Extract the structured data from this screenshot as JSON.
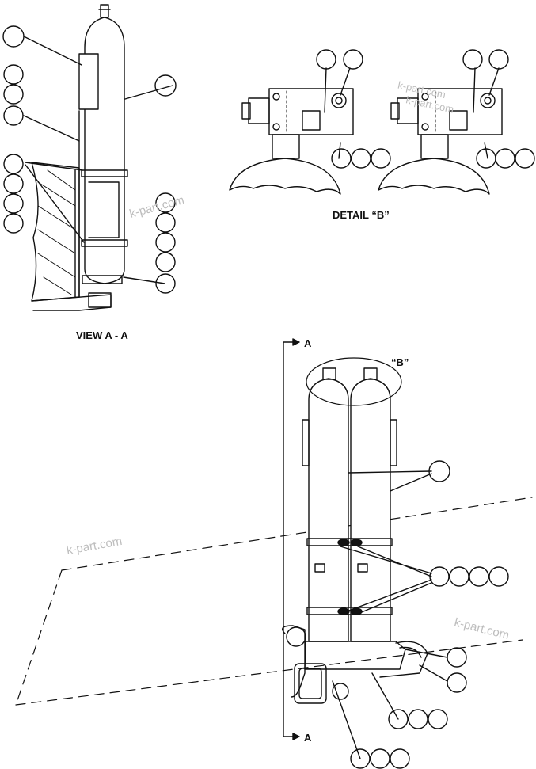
{
  "labels": {
    "view_aa": "VIEW A - A",
    "detail_b": "DETAIL “B”",
    "callout_b": "“B”",
    "section_arrow_top": "A",
    "section_arrow_bottom": "A"
  },
  "watermarks": [
    "k-part.com",
    "k-part.com",
    "k-part.com",
    "k-part.com",
    "k-part.com"
  ],
  "colors": {
    "line": "#111111",
    "watermark": "#bdbdbd",
    "background": "#ffffff"
  }
}
